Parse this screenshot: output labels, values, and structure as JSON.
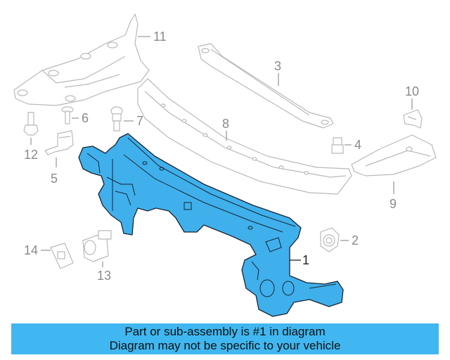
{
  "callouts": {
    "c1": "1",
    "c2": "2",
    "c3": "3",
    "c4": "4",
    "c5": "5",
    "c6": "6",
    "c7": "7",
    "c8": "8",
    "c9": "9",
    "c10": "10",
    "c11": "11",
    "c12": "12",
    "c13": "13",
    "c14": "14"
  },
  "banner": {
    "line1": "Part or sub-assembly is #1 in diagram",
    "line2": "Diagram may not be specific to your vehicle"
  },
  "colors": {
    "highlight": "#3fb0ec",
    "banner": "#40b7f0",
    "ghost_parts": "#b9b9b9"
  }
}
